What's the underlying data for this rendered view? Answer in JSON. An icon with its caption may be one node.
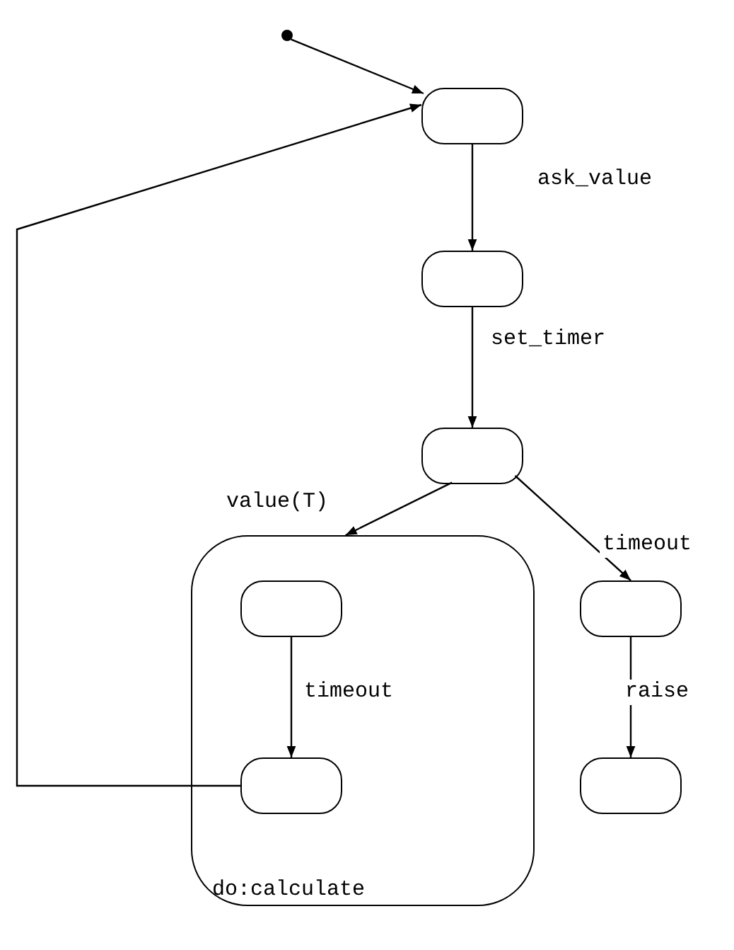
{
  "diagram": {
    "nodes": [
      {
        "text": [],
        "shape": "circle"
      },
      {
        "text": [],
        "shape": "box"
      },
      {
        "text": [],
        "shape": "box"
      },
      {
        "text": [],
        "shape": "box"
      },
      {
        "text": [
          "do:calculate"
        ]
      },
      {
        "text": [],
        "shape": "box",
        "in": 4
      },
      {
        "text": [],
        "shape": "box",
        "in": 4
      },
      {
        "text": [],
        "shape": "box"
      },
      {
        "text": [],
        "shape": "box"
      }
    ],
    "edges": [
      {
        "from": 0,
        "to": 1,
        "arrow": "to"
      },
      {
        "from": 1,
        "to": 2,
        "arrow": "to",
        "label": "ask_value"
      },
      {
        "from": 2,
        "to": 3,
        "arrow": "to",
        "label": "set_timer"
      },
      {
        "from": 3,
        "to": 4,
        "arrow": "to",
        "label": "value(T)"
      },
      {
        "from": 3,
        "to": 7,
        "arrow": "to",
        "label": "timeout"
      },
      {
        "from": 5,
        "to": 6,
        "arrow": "to",
        "label": "timeout"
      },
      {
        "from": 7,
        "to": 8,
        "arrow": "to",
        "label": "raise"
      },
      {
        "from": 6,
        "to": 1,
        "arrow": "to"
      }
    ]
  }
}
